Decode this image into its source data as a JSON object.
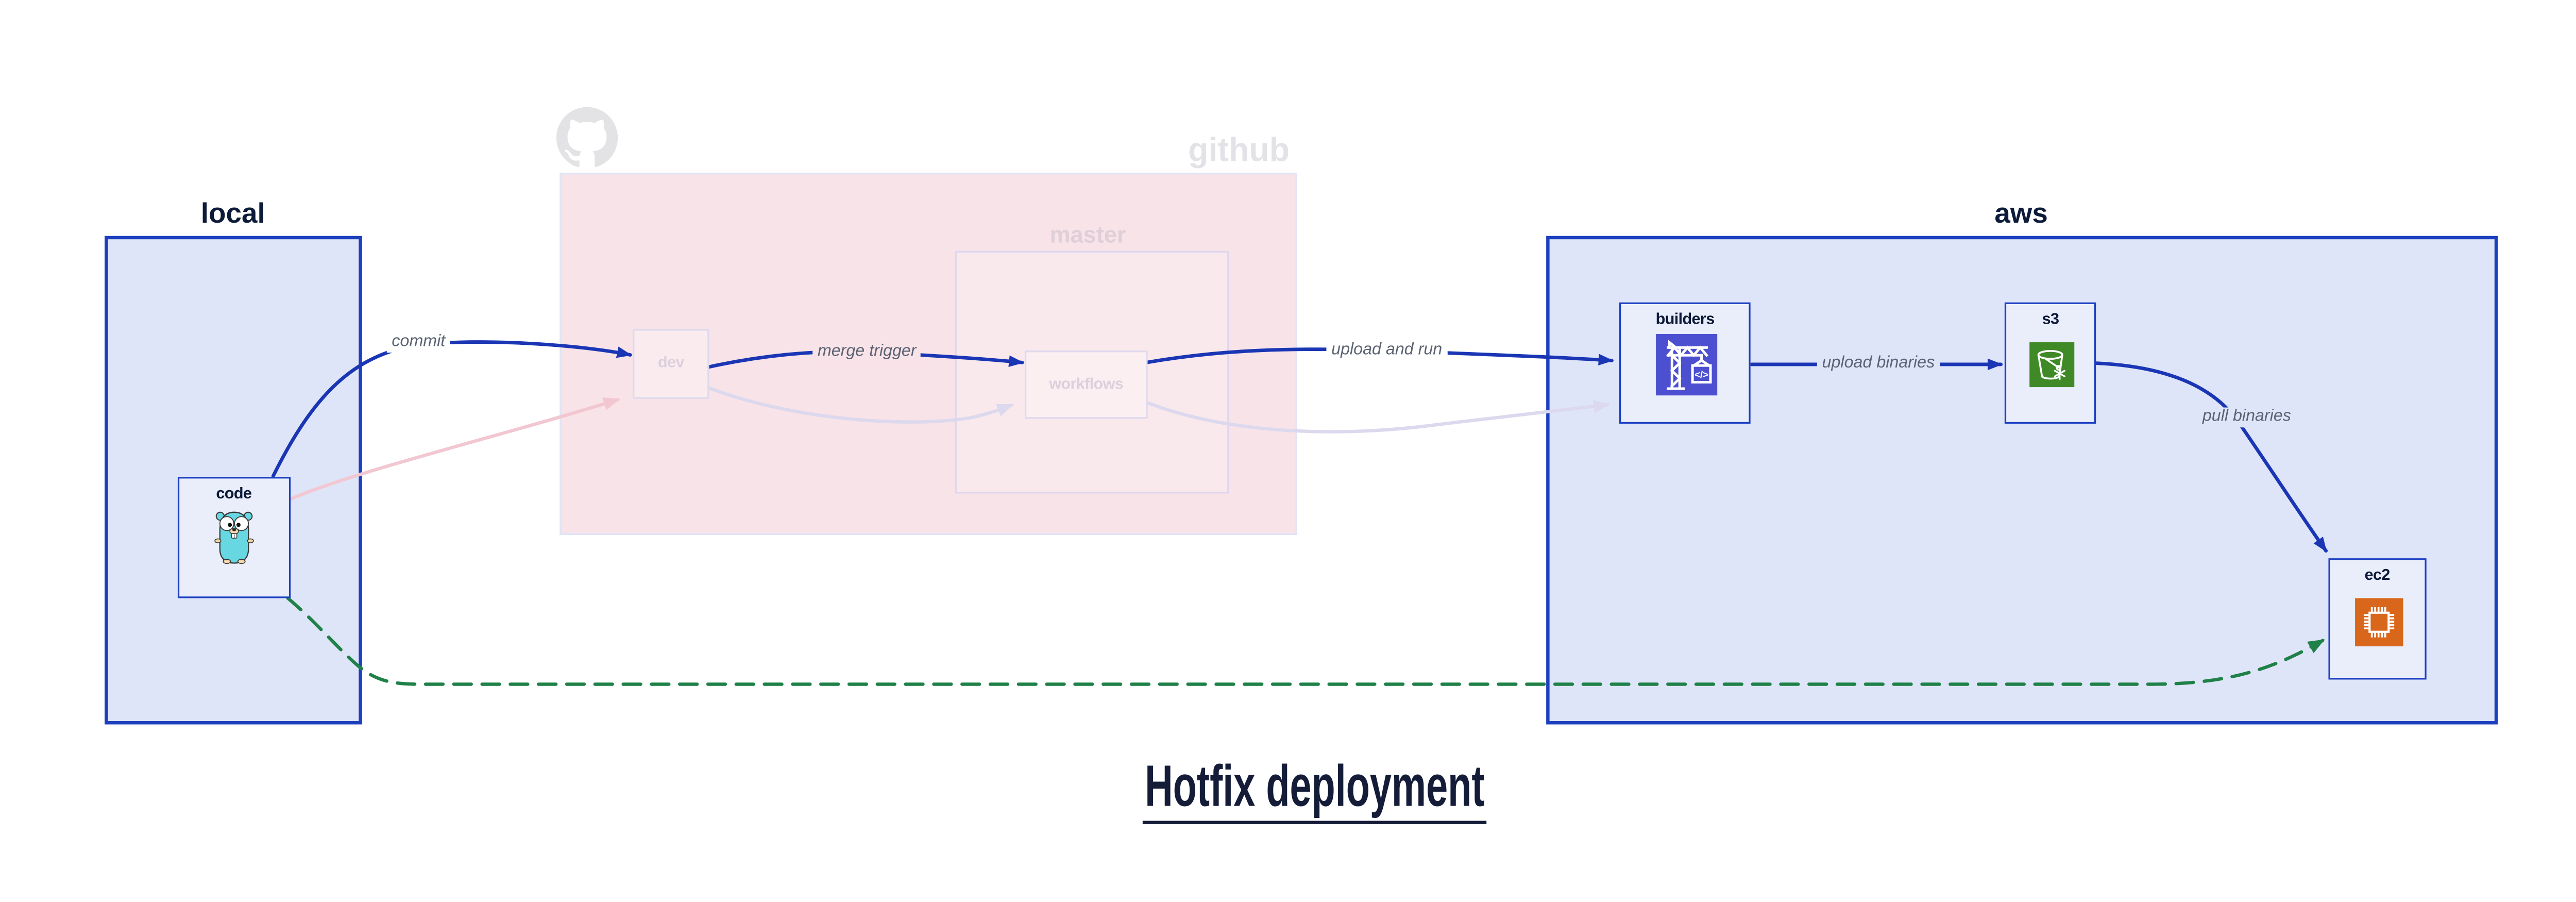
{
  "diagram": {
    "title": "Hotfix deployment",
    "groups": {
      "local": {
        "label": "local"
      },
      "github": {
        "label": "github",
        "icon": "github-octocat-icon",
        "branches": {
          "master": {
            "label": "master"
          }
        }
      },
      "aws": {
        "label": "aws"
      }
    },
    "nodes": {
      "code": {
        "label": "code",
        "icon": "go-gopher-icon"
      },
      "dev": {
        "label": "dev"
      },
      "workflows": {
        "label": "workflows"
      },
      "builders": {
        "label": "builders",
        "icon": "crane-code-icon",
        "icon_text": "</>"
      },
      "s3": {
        "label": "s3",
        "icon": "s3-bucket-icon"
      },
      "ec2": {
        "label": "ec2",
        "icon": "cpu-chip-icon"
      }
    },
    "edges": {
      "commit": {
        "label": "commit",
        "from": "code",
        "to": "dev",
        "style": "solid-blue"
      },
      "merge_trigger": {
        "label": "merge trigger",
        "from": "dev",
        "to": "workflows",
        "style": "solid-blue"
      },
      "upload_and_run": {
        "label": "upload and run",
        "from": "workflows",
        "to": "builders",
        "style": "solid-blue"
      },
      "upload_binaries": {
        "label": "upload binaries",
        "from": "builders",
        "to": "s3",
        "style": "solid-blue"
      },
      "pull_binaries": {
        "label": "pull binaries",
        "from": "s3",
        "to": "ec2",
        "style": "solid-blue"
      },
      "hotfix_path": {
        "label": "",
        "from": "code",
        "to": "ec2",
        "style": "dashed-green"
      },
      "faded_commit": {
        "label": "",
        "from": "code",
        "to": "dev",
        "style": "faded-pink"
      },
      "faded_merge": {
        "label": "",
        "from": "dev",
        "to": "workflows",
        "style": "faded-lavender"
      },
      "faded_upload": {
        "label": "",
        "from": "workflows",
        "to": "builders",
        "style": "faded-lavender"
      }
    },
    "colors": {
      "arrow_blue": "#1a36b5",
      "border_blue": "#1c3fbe",
      "group_fill": "#dfe5f8",
      "node_fill": "#eaeefb",
      "github_fill": "#f8e3e8",
      "faded_pink": "#f2c7d2",
      "faded_lavender": "#dcd9ee",
      "green_dash": "#1f8148",
      "builders_icon_bg": "#4c50d0",
      "s3_icon_bg": "#3f8a26",
      "ec2_icon_bg": "#d8671c",
      "edge_label_gray": "#5b6372",
      "text_navy": "#0d1b3a",
      "faded_text": "#ddd0dc",
      "github_text": "#e3e3e7",
      "master_text": "#decfd8"
    }
  }
}
